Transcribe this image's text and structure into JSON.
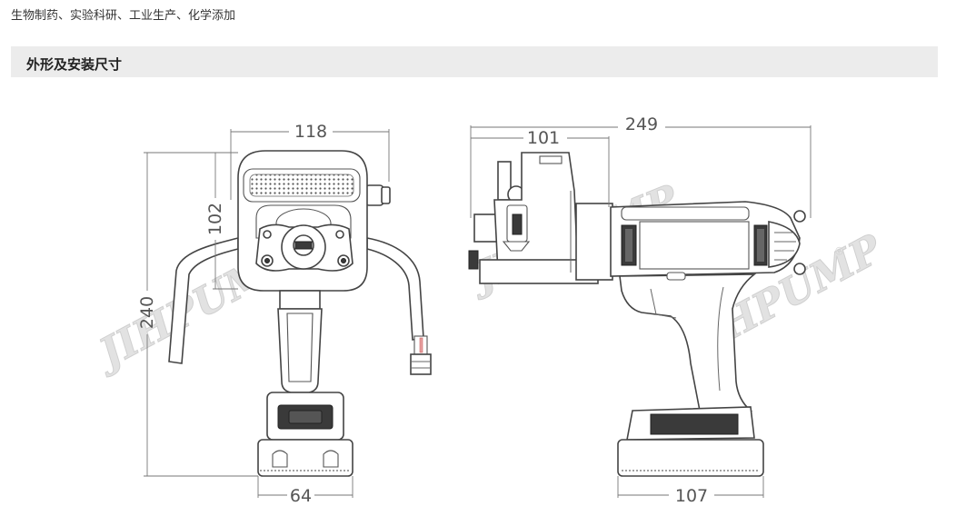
{
  "page": {
    "intro_text": "生物制药、实验科研、工业生产、化学添加",
    "section_title": "外形及安装尺寸"
  },
  "front_view": {
    "dims": {
      "width_top": "118",
      "height_head": "102",
      "height_total": "240",
      "width_bottom": "64"
    },
    "watermark": "JIHPUMP",
    "registered": "®"
  },
  "side_view": {
    "dims": {
      "length_total": "249",
      "length_head": "101",
      "width_bottom": "107"
    },
    "watermark": "JIHPUMP",
    "registered": "®"
  },
  "colors": {
    "section_bg": "#ececec",
    "line": "#444444",
    "watermark": "#e2e2e2"
  }
}
